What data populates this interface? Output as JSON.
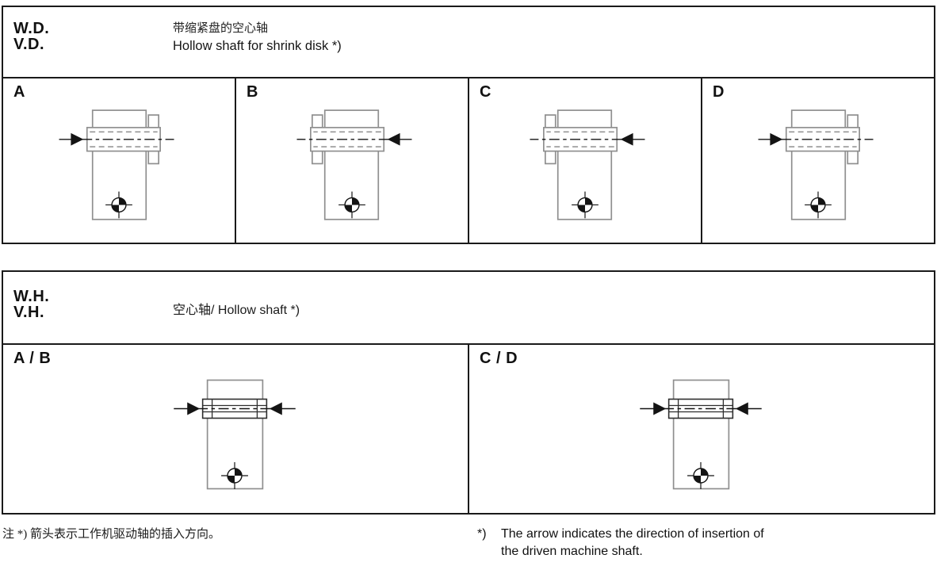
{
  "colors": {
    "border": "#1a1a1a",
    "line_gray": "#8f8f8f",
    "line_dark": "#2e2e2e",
    "line_black": "#141414"
  },
  "table_wd": {
    "code_line1": "W.D.",
    "code_line2": "V.D.",
    "desc_zh": "带缩紧盘的空心轴",
    "desc_en": "Hollow shaft for shrink disk *)",
    "cells": [
      {
        "label": "A",
        "variant": "top-insert-left"
      },
      {
        "label": "B",
        "variant": "top-insert-right"
      },
      {
        "label": "C",
        "variant": "top-insert-right"
      },
      {
        "label": "D",
        "variant": "top-insert-left"
      }
    ]
  },
  "table_wh": {
    "code_line1": "W.H.",
    "code_line2": "V.H.",
    "desc": "空心轴/ Hollow shaft *)",
    "cells": [
      {
        "label": "A / B",
        "variant": "bottom-insert-both"
      },
      {
        "label": "C / D",
        "variant": "bottom-insert-both"
      }
    ]
  },
  "footnote": {
    "zh": "注 *) 箭头表示工作机驱动轴的插入方向。",
    "en_marker": "*)",
    "en_line1": "The arrow indicates the direction of insertion of",
    "en_line2": "the driven machine shaft."
  }
}
